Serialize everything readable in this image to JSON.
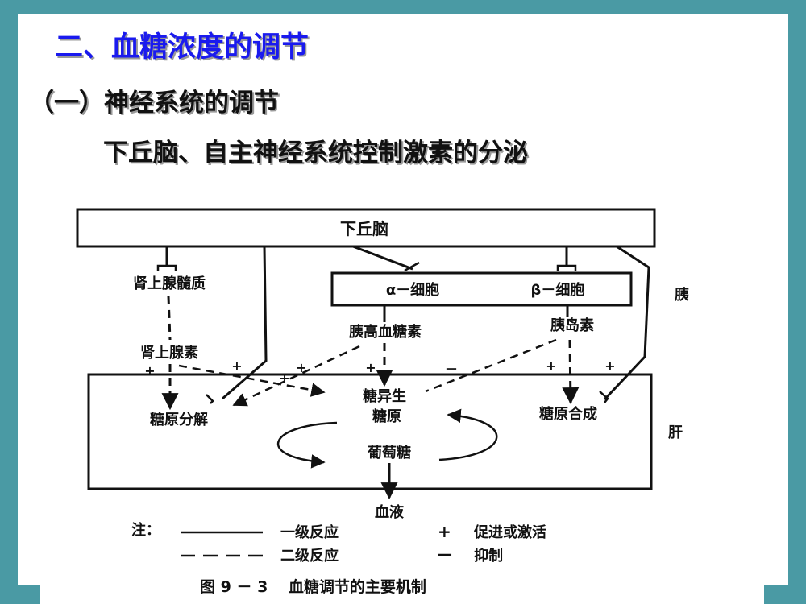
{
  "slide": {
    "title": "二、血糖浓度的调节",
    "subtitle": "（一）神经系统的调节",
    "point": "下丘脑、自主神经系统控制激素的分泌"
  },
  "diagram": {
    "hypothalamus": "下丘脑",
    "adrenal_medulla": "肾上腺髓质",
    "alpha_cell": "α－细胞",
    "beta_cell": "β－细胞",
    "pancreas": "胰",
    "glucagon": "胰高血糖素",
    "insulin": "胰岛素",
    "epinephrine": "肾上腺素",
    "gluconeogenesis": "糖异生",
    "glycogenolysis": "糖原分解",
    "glycogen": "糖原",
    "glycogenesis": "糖原合成",
    "liver": "肝",
    "glucose": "葡萄糖",
    "blood": "血液",
    "plus": "+",
    "minus": "－",
    "legend_note": "注：",
    "legend_primary": "一级反应",
    "legend_secondary": "二级反应",
    "legend_promote": "促进或激活",
    "legend_inhibit": "抑制",
    "legend_plus_symbol": "+",
    "legend_minus_symbol": "—",
    "caption": "图 9 － 3　 血糖调节的主要机制"
  }
}
